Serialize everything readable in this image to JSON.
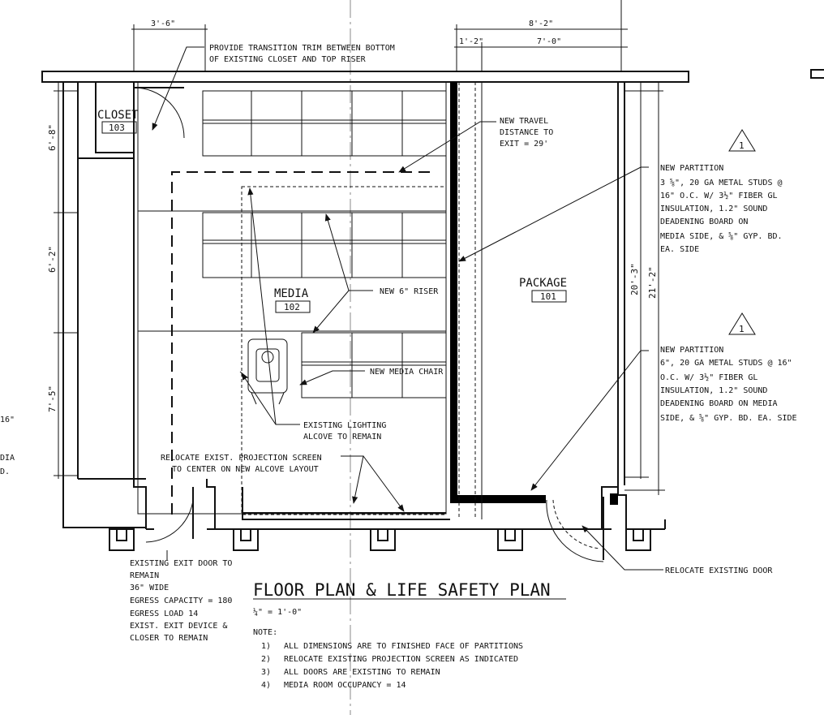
{
  "title": "FLOOR PLAN & LIFE SAFETY PLAN",
  "scale": "¼\" = 1'-0\"",
  "rooms": {
    "closet": {
      "name": "CLOSET",
      "number": "103"
    },
    "media": {
      "name": "MEDIA",
      "number": "102"
    },
    "package": {
      "name": "PACKAGE",
      "number": "101"
    }
  },
  "dimensions": {
    "top_left": "3'-6\"",
    "top_right_total": "8'-2\"",
    "top_right_a": "1'-2\"",
    "top_right_b": "7'-0\"",
    "left_1": "6'-8\"",
    "left_2": "6'-2\"",
    "left_3": "7'-5\"",
    "right_1": "20'-3\"",
    "right_2": "21'-2\""
  },
  "callouts": {
    "trim": [
      "PROVIDE TRANSITION TRIM BETWEEN BOTTOM",
      "OF EXISTING CLOSET AND TOP RISER"
    ],
    "travel": [
      "NEW TRAVEL",
      "DISTANCE TO",
      "EXIT = 29'"
    ],
    "riser": "NEW 6\" RISER",
    "chair": "NEW MEDIA CHAIR",
    "lighting": [
      "EXISTING LIGHTING",
      "ALCOVE TO REMAIN"
    ],
    "screen": [
      "RELOCATE EXIST. PROJECTION SCREEN",
      "TO CENTER ON NEW ALCOVE LAYOUT"
    ],
    "partition1": [
      "NEW PARTITION",
      "3 ⅝\", 20 GA METAL STUDS @",
      "16\" O.C. W/ 3½\" FIBER GL",
      "INSULATION, 1.2\" SOUND",
      "DEADENING BOARD ON",
      "MEDIA SIDE, & ⅝\" GYP. BD.",
      "EA. SIDE"
    ],
    "partition2": [
      "NEW PARTITION",
      "6\", 20 GA METAL STUDS @ 16\"",
      "O.C. W/ 3½\" FIBER GL",
      "INSULATION, 1.2\" SOUND",
      "DEADENING BOARD ON MEDIA",
      "SIDE, & ⅝\" GYP. BD. EA. SIDE"
    ],
    "exit_door": [
      "EXISTING EXIT DOOR TO",
      "REMAIN",
      "36\" WIDE",
      "EGRESS CAPACITY = 180",
      "EGRESS LOAD 14",
      "EXIST. EXIT DEVICE &",
      "CLOSER TO REMAIN"
    ],
    "relocate_door": "RELOCATE EXISTING DOOR",
    "revision_mark": "1"
  },
  "left_edge_fragments": [
    "16\"",
    "DIA",
    "D."
  ],
  "notes": {
    "heading": "NOTE:",
    "items": [
      {
        "n": "1)",
        "text": "ALL DIMENSIONS ARE TO FINISHED FACE OF PARTITIONS"
      },
      {
        "n": "2)",
        "text": "RELOCATE EXISTING PROJECTION SCREEN AS INDICATED"
      },
      {
        "n": "3)",
        "text": "ALL DOORS ARE EXISTING TO REMAIN"
      },
      {
        "n": "4)",
        "text": "MEDIA ROOM OCCUPANCY = 14"
      }
    ]
  }
}
